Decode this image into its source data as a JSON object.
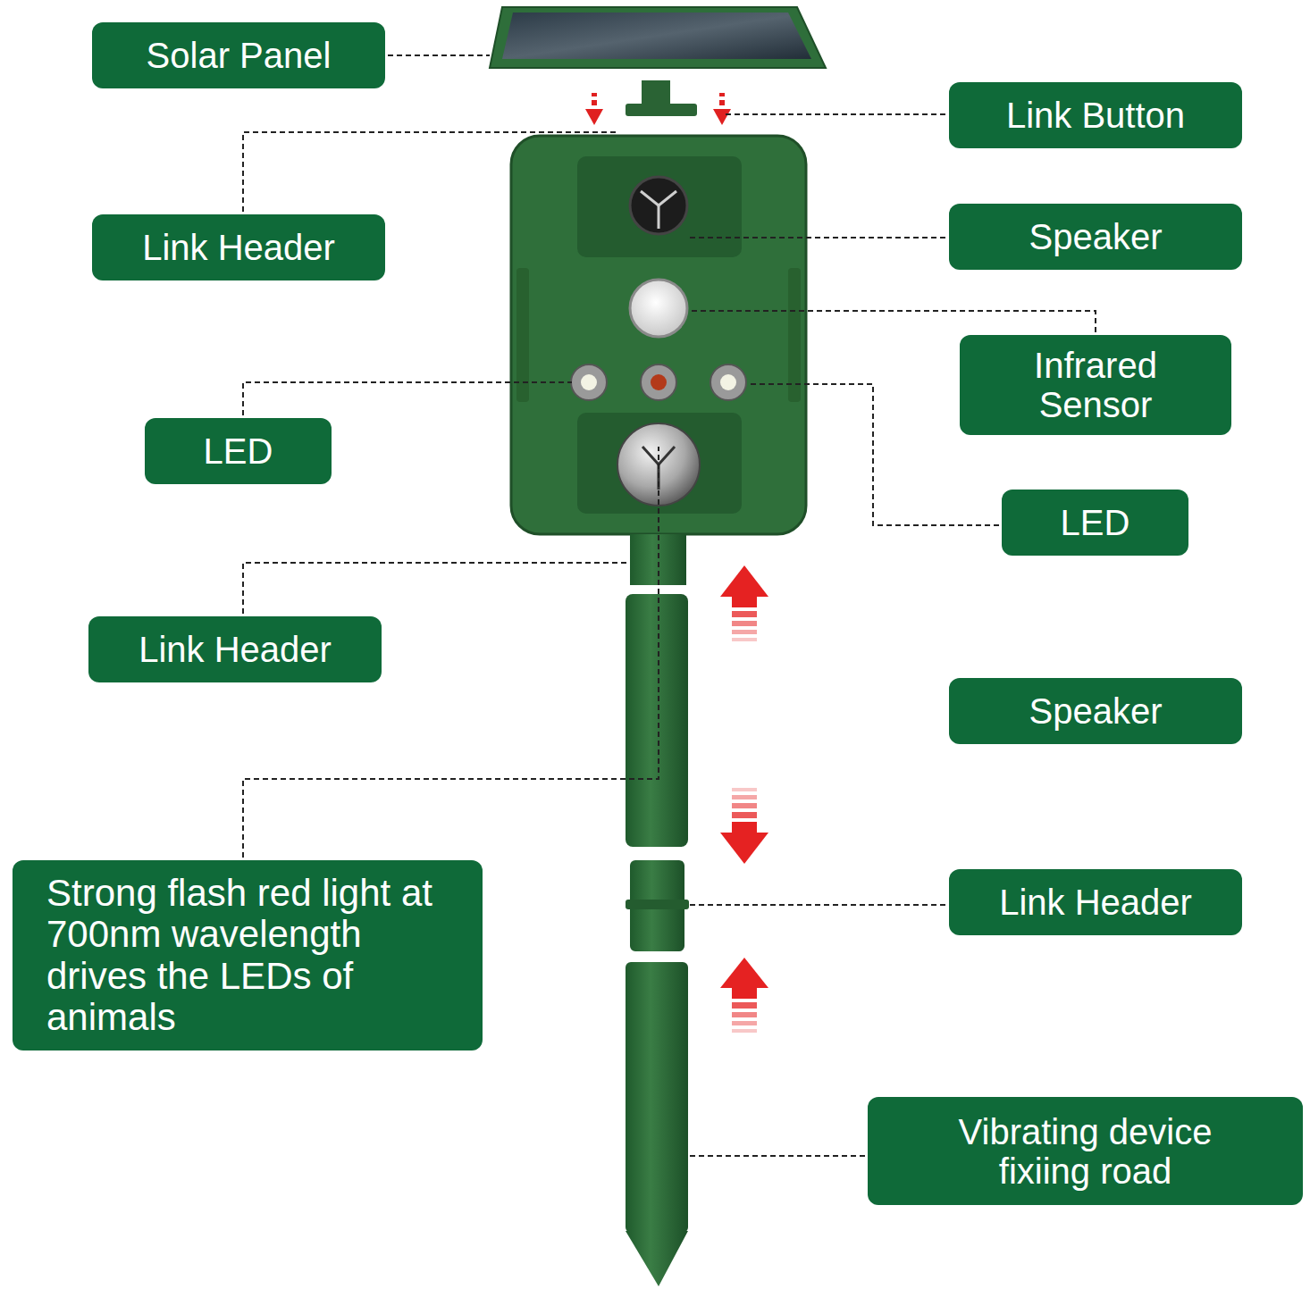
{
  "diagram": {
    "nodes": [
      {
        "text": [
          "Solar Panel"
        ]
      },
      {
        "text": [
          "Link Button"
        ]
      },
      {
        "text": [
          "Speaker"
        ]
      },
      {
        "text": [
          "Link Header"
        ]
      },
      {
        "text": [
          "Infrared Sensor"
        ]
      },
      {
        "text": [
          "LED"
        ]
      },
      {
        "text": [
          "LED"
        ]
      },
      {
        "text": [
          "Link Header"
        ]
      },
      {
        "text": [
          "Speaker"
        ]
      },
      {
        "text": [
          "Strong flash red light at 700nm wavelength drives the LEDs of animals"
        ]
      },
      {
        "text": [
          "Link Header"
        ]
      },
      {
        "text": [
          "Vibrating device fixiing road"
        ]
      }
    ]
  }
}
